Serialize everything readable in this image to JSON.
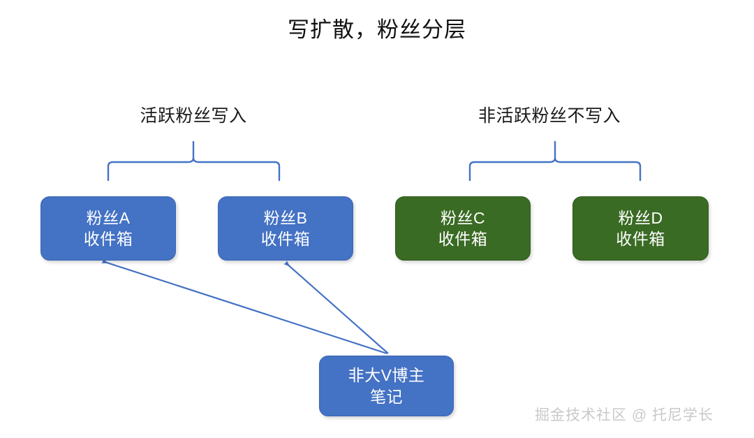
{
  "page": {
    "title": "写扩散，粉丝分层",
    "background_color": "#ffffff"
  },
  "groups": [
    {
      "id": "active",
      "label": "活跃粉丝写入",
      "brace_color": "#4472c4"
    },
    {
      "id": "inactive",
      "label": "非活跃粉丝不写入",
      "brace_color": "#4472c4"
    }
  ],
  "nodes": {
    "fan_a": {
      "line1": "粉丝A",
      "line2": "收件箱",
      "color": "#4472c4"
    },
    "fan_b": {
      "line1": "粉丝B",
      "line2": "收件箱",
      "color": "#4472c4"
    },
    "fan_c": {
      "line1": "粉丝C",
      "line2": "收件箱",
      "color": "#3a6b24"
    },
    "fan_d": {
      "line1": "粉丝D",
      "line2": "收件箱",
      "color": "#3a6b24"
    },
    "author": {
      "line1": "非大V博主",
      "line2": "笔记",
      "color": "#4472c4"
    }
  },
  "connectors": {
    "color": "#4472c4",
    "edges": [
      {
        "from": "author",
        "to": "fan_a",
        "arrow": "to"
      },
      {
        "from": "author",
        "to": "fan_b",
        "arrow": "to"
      }
    ]
  },
  "watermark": {
    "text": "掘金技术社区 @ 托尼学长",
    "color": "#c9c9c9"
  }
}
